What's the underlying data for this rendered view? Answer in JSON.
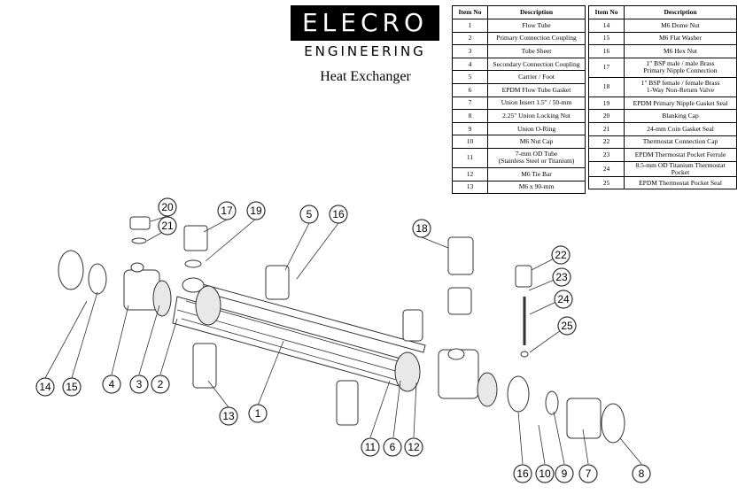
{
  "header": {
    "brand_top": "ELECRO",
    "brand_bottom": "ENGINEERING",
    "subtitle": "Heat Exchanger"
  },
  "parts_table_headers": {
    "item": "Item No",
    "description": "Description"
  },
  "parts_left": [
    {
      "no": "1",
      "desc": "Flow Tube"
    },
    {
      "no": "2",
      "desc": "Primary Connection Coupling"
    },
    {
      "no": "3",
      "desc": "Tube Sheet"
    },
    {
      "no": "4",
      "desc": "Secondary Connection Coupling"
    },
    {
      "no": "5",
      "desc": "Carrier / Foot"
    },
    {
      "no": "6",
      "desc": "EPDM Flow Tube Gasket"
    },
    {
      "no": "7",
      "desc": "Union Insert 1.5\" / 50-mm"
    },
    {
      "no": "8",
      "desc": "2.25\" Union Locking Nut"
    },
    {
      "no": "9",
      "desc": "Union O-Ring"
    },
    {
      "no": "10",
      "desc": "M6 Nut Cap"
    },
    {
      "no": "11",
      "desc": "7-mm OD Tube",
      "desc2": "(Stainless Steel or Titanium)"
    },
    {
      "no": "12",
      "desc": "M6 Tie Bar"
    },
    {
      "no": "13",
      "desc": "M6 x 90-mm"
    }
  ],
  "parts_right": [
    {
      "no": "14",
      "desc": "M6 Dome Nut"
    },
    {
      "no": "15",
      "desc": "M6 Flat Washer"
    },
    {
      "no": "16",
      "desc": "M6 Hex Nut"
    },
    {
      "no": "17",
      "desc": "1\" BSP male / male Brass",
      "desc2": "Primary Nipple Connection"
    },
    {
      "no": "18",
      "desc": "1\" BSP female / female Brass",
      "desc2": "1-Way Non-Return Valve"
    },
    {
      "no": "19",
      "desc": "EPDM Primary Nipple Gasket Seal"
    },
    {
      "no": "20",
      "desc": "Blanking Cap"
    },
    {
      "no": "21",
      "desc": "24-mm Coin Gasket Seal"
    },
    {
      "no": "22",
      "desc": "Thermostat Connection Cap"
    },
    {
      "no": "23",
      "desc": "EPDM Thermostat Pocket Ferrule"
    },
    {
      "no": "24",
      "desc": "8.5-mm OD Titanium Thermostat Pocket"
    },
    {
      "no": "25",
      "desc": "EPDM Thermostat Pocket Seal"
    }
  ],
  "callouts": {
    "c1": "1",
    "c2": "2",
    "c3": "3",
    "c4": "4",
    "c5": "5",
    "c6": "6",
    "c7": "7",
    "c8": "8",
    "c9": "9",
    "c10": "10",
    "c11": "11",
    "c12": "12",
    "c13": "13",
    "c14": "14",
    "c15": "15",
    "c16a": "16",
    "c16b": "16",
    "c17": "17",
    "c18": "18",
    "c19": "19",
    "c20": "20",
    "c21": "21",
    "c22": "22",
    "c23": "23",
    "c24": "24",
    "c25": "25"
  },
  "colors": {
    "ink": "#000000",
    "line": "#333333",
    "paper": "#ffffff"
  }
}
